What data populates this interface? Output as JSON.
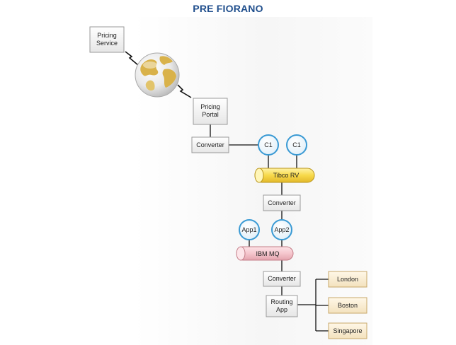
{
  "title": "PRE FIORANO",
  "nodes": {
    "pricing_service": [
      "Pricing",
      "Service"
    ],
    "pricing_portal": [
      "Pricing",
      "Portal"
    ],
    "converter_1": "Converter",
    "c1_left": "C1",
    "c1_right": "C1",
    "tibco_rv": "Tibco RV",
    "converter_2": "Converter",
    "app1": "App1",
    "app2": "App2",
    "ibm_mq": "IBM MQ",
    "converter_3": "Converter",
    "routing_app": [
      "Routing",
      "App"
    ],
    "london": "London",
    "boston": "Boston",
    "singapore": "Singapore"
  },
  "colors": {
    "title": "#1f4e8c",
    "box_border": "#9a9a9a",
    "box_fill": "#f3f3f3",
    "circle_ring": "#3a9ad4",
    "tibco_bus": "#f5d54a",
    "ibm_bus": "#f4c4cb",
    "city_border": "#c8a86a",
    "city_fill": "#fbf2de",
    "globe_land": "#d9b24a",
    "globe_sea": "#e8e8e8"
  },
  "icons": {
    "globe": "globe-icon",
    "link": "lightning-link-icon"
  }
}
